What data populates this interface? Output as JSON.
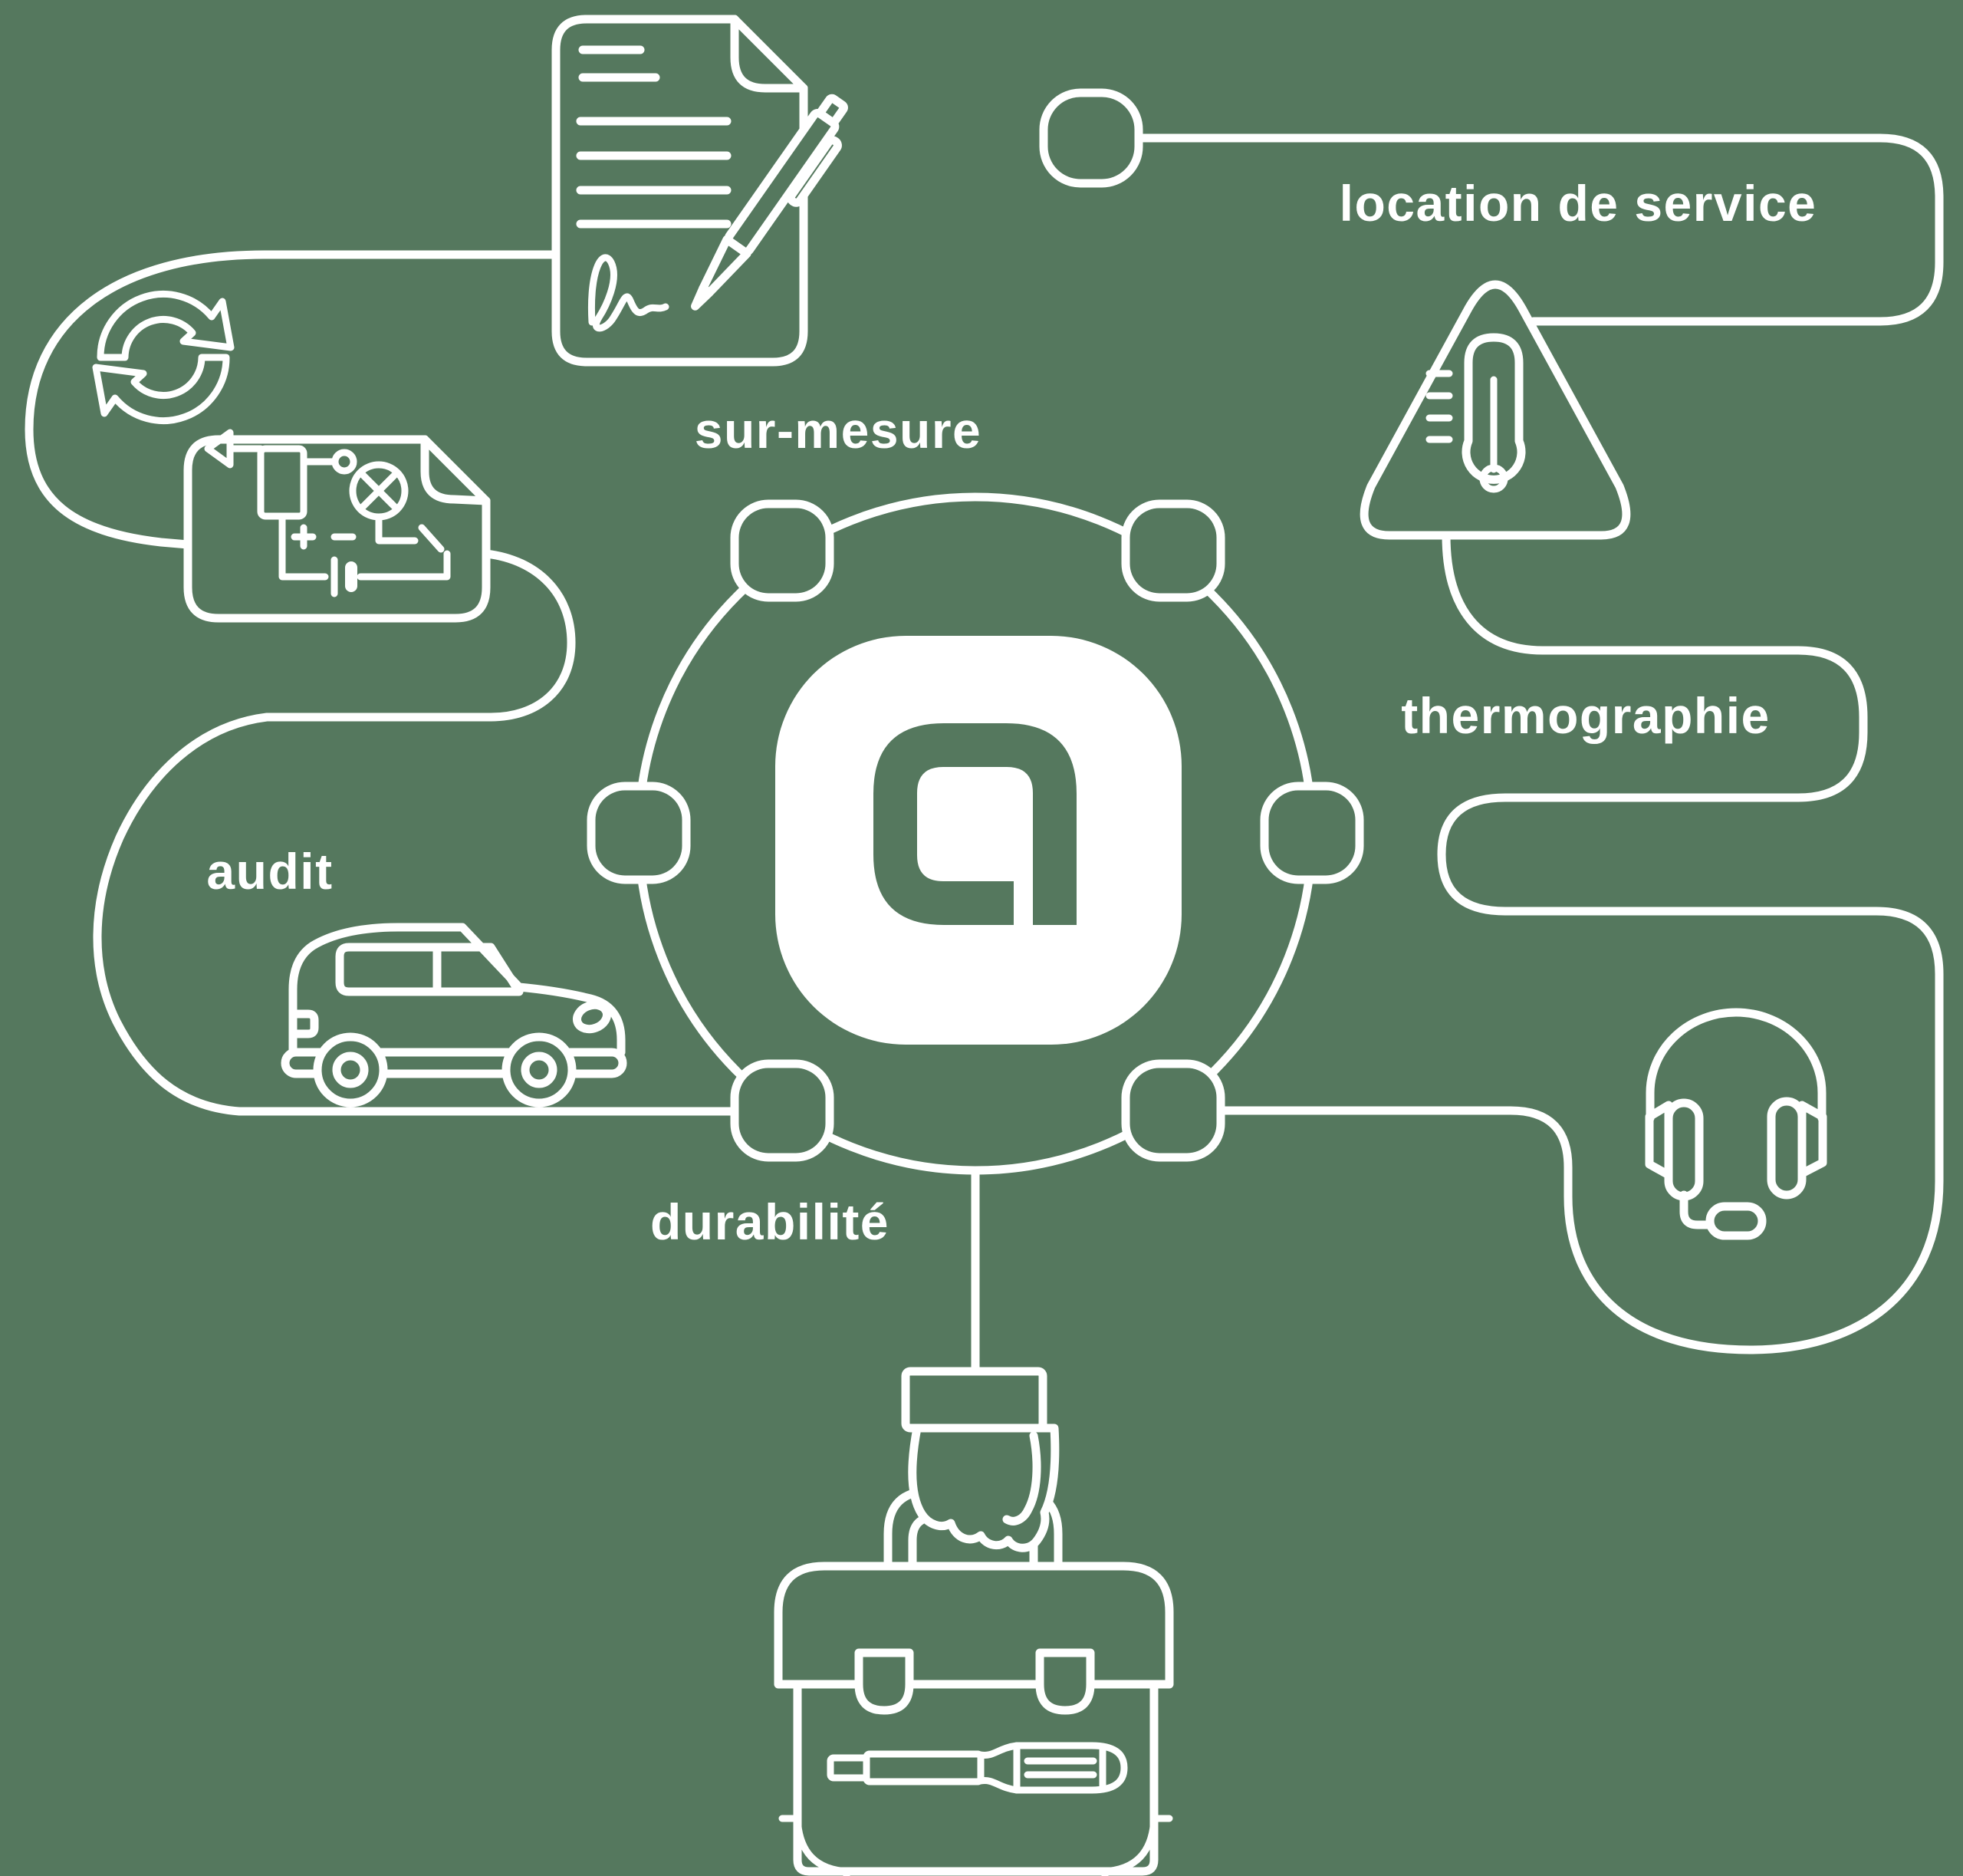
{
  "colors": {
    "background": "#55785e",
    "line": "#ffffff"
  },
  "logo": {
    "letter": "a"
  },
  "labels": {
    "sur_mesure": "sur-mesure",
    "location_de_service": "location de service",
    "thermographie": "thermographie",
    "audit": "audit",
    "durabilite": "durabilité"
  },
  "icons": [
    "signed-contract-icon",
    "sync-arrows-icon",
    "circuit-schematic-icon",
    "car-icon",
    "thermometer-warning-icon",
    "headset-icon",
    "hand-toolbox-icon",
    "brand-logo-a"
  ]
}
